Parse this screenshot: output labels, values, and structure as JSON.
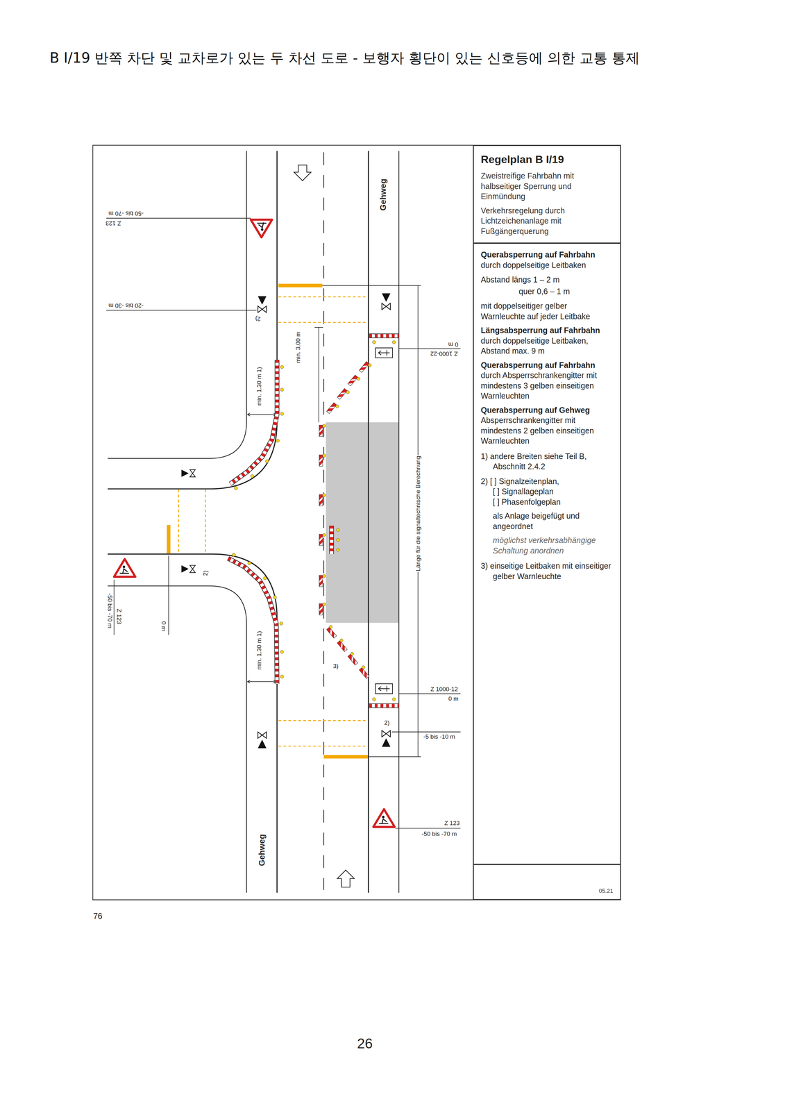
{
  "diagram": {
    "title": "B I/19 반쪽 차단 및 교차로가 있는 두 차선 도로 -  보행자 횡단이 있는 신호등에 의한 교통 통제",
    "nodes": [
      {
        "text": [
          "Regelplan B I/19",
          "Zweistreifige Fahrbahn mit halbseitiger Sperrung und Einmündung",
          "Verkehrsregelung durch Lichtzeichenanlage mit Fußgängerquerung"
        ]
      },
      {
        "text": [
          "Querabsperrung auf Fahrbahn",
          "durch doppelseitige Leitbaken",
          "Abstand längs 1 – 2 m",
          "quer 0,6 – 1 m",
          "mit doppelseitiger gelber Warnleuchte auf jeder Leitbake",
          "Längsabsperrung auf Fahrbahn",
          "durch doppelseitige Leitbaken, Abstand max. 9 m",
          "Querabsperrung auf Fahrbahn",
          "durch Absperrschrankengitter mit mindestens 3 gelben einseitigen Warnleuchten",
          "Querabsperrung auf Gehweg",
          "Absperrschrankengitter mit mindestens 2 gelben einseitigen Warnleuchten",
          "1) andere Breiten siehe Teil B, Abschnitt 2.4.2",
          "2) [ ] Signalzeitenplan,",
          "[ ] Signallageplan",
          "[ ] Phasenfolgeplan",
          "als Anlage beigefügt und angeordnet",
          "möglichst verkehrsabhängige Schaltung anordnen",
          "3) einseitige Leitbaken mit einseitiger gelber Warnleuchte"
        ]
      },
      {
        "text": [
          "05.21"
        ]
      }
    ],
    "labels": [
      "-50 bis -70 m",
      "Z 123",
      "-20 bis -30 m",
      "2)",
      "Gehweg",
      "min. 3.00 m",
      "0 m",
      "Z 1000-22",
      "min. 1.30 m 1)",
      "Länge für die signaltechnische Berechnung",
      "2)",
      "-50 bis -70 m",
      "Z 123",
      "0 m",
      "min. 1.30 m 1)",
      "3)",
      "Z 1000-12",
      "0 m",
      "2)",
      "-5 bis -10 m",
      "Z 123",
      "-50 bis -70 m",
      "Gehweg",
      "76",
      "26"
    ]
  }
}
